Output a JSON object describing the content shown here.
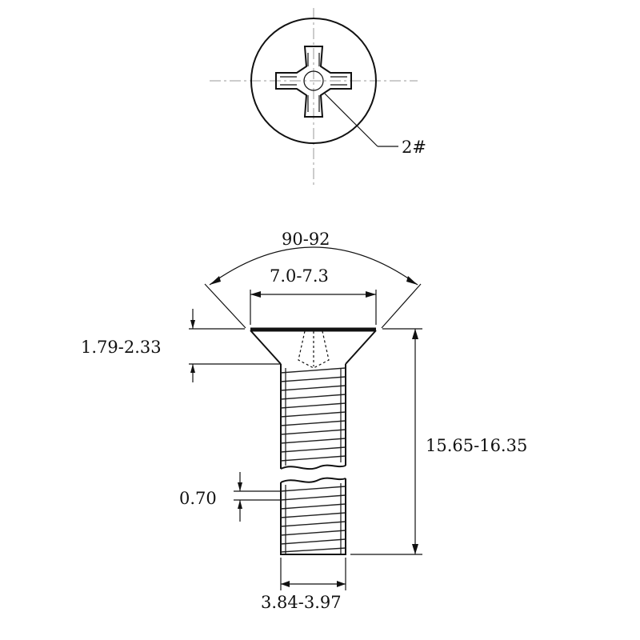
{
  "drawing": {
    "drive_label": "2#",
    "angle_label": "90-92",
    "head_diameter_label": "7.0-7.3",
    "head_height_label": "1.79-2.33",
    "length_label": "15.65-16.35",
    "pitch_label": "0.70",
    "shank_diameter_label": "3.84-3.97"
  }
}
